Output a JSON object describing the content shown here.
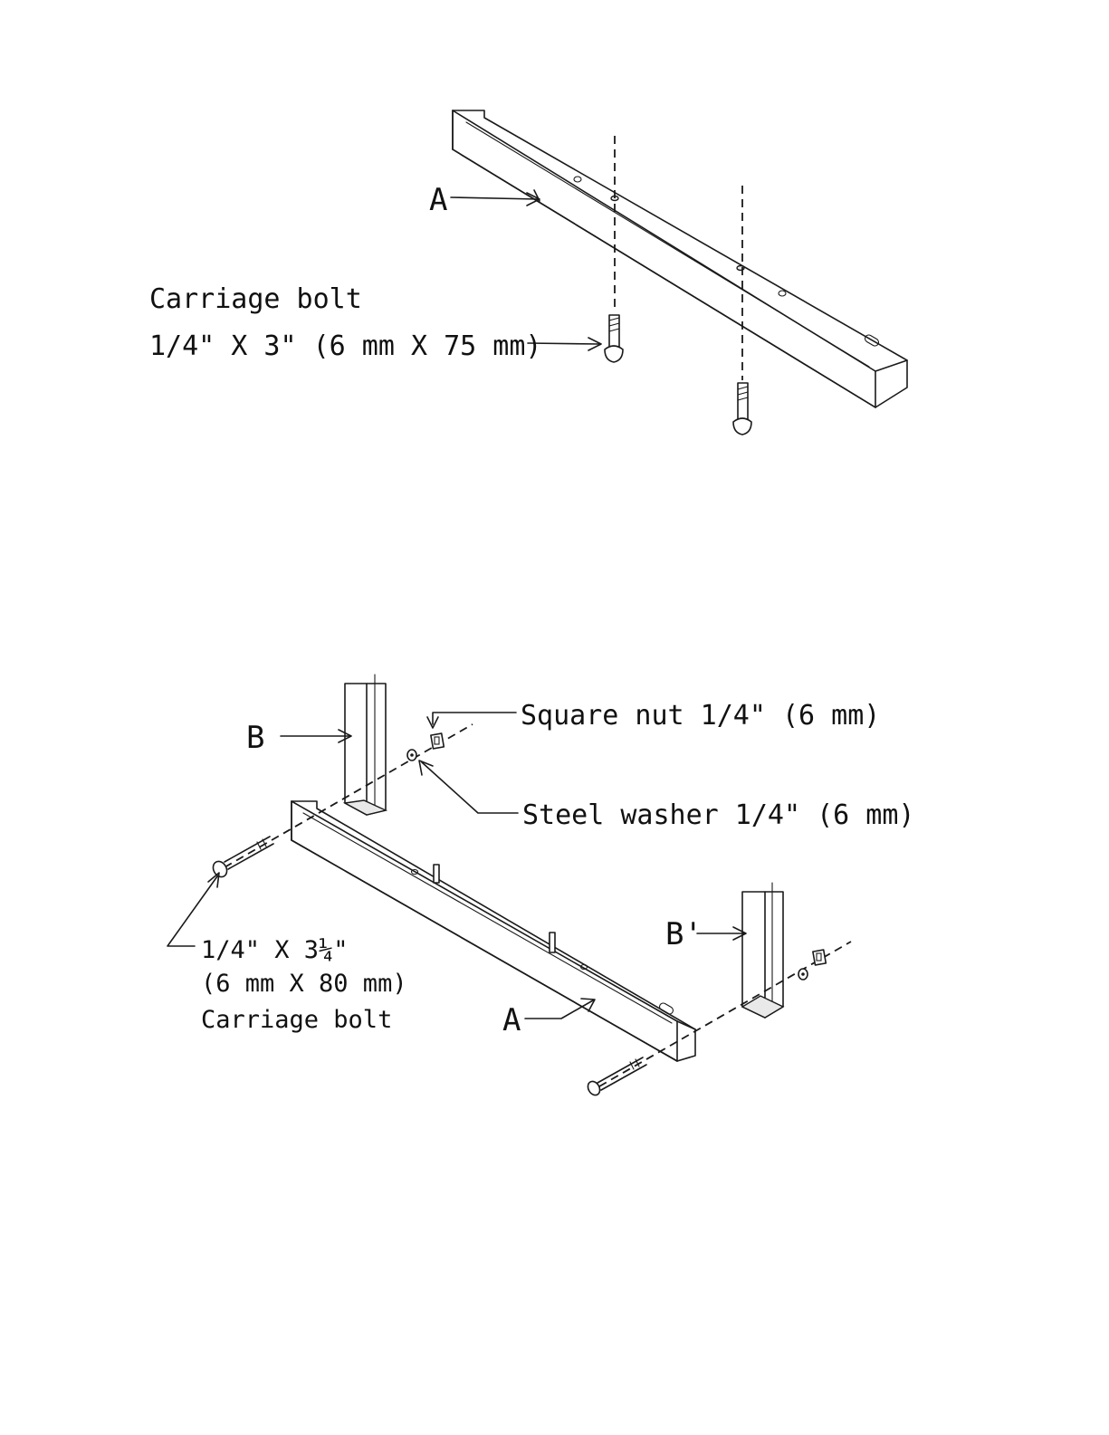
{
  "top_figure": {
    "part_label": "A",
    "bolt_name": "Carriage bolt",
    "bolt_size": "1/4\" X 3\" (6 mm X 75 mm)"
  },
  "bottom_figure": {
    "leg_label_left": "B",
    "leg_label_right": "B'",
    "rail_label": "A",
    "square_nut": "Square nut 1/4\" (6 mm)",
    "steel_washer": "Steel washer 1/4\" (6 mm)",
    "bolt_size_line1": "1/4\" X 3¼\"",
    "bolt_size_line2": "(6 mm X 80 mm)",
    "bolt_name": "Carriage bolt"
  }
}
